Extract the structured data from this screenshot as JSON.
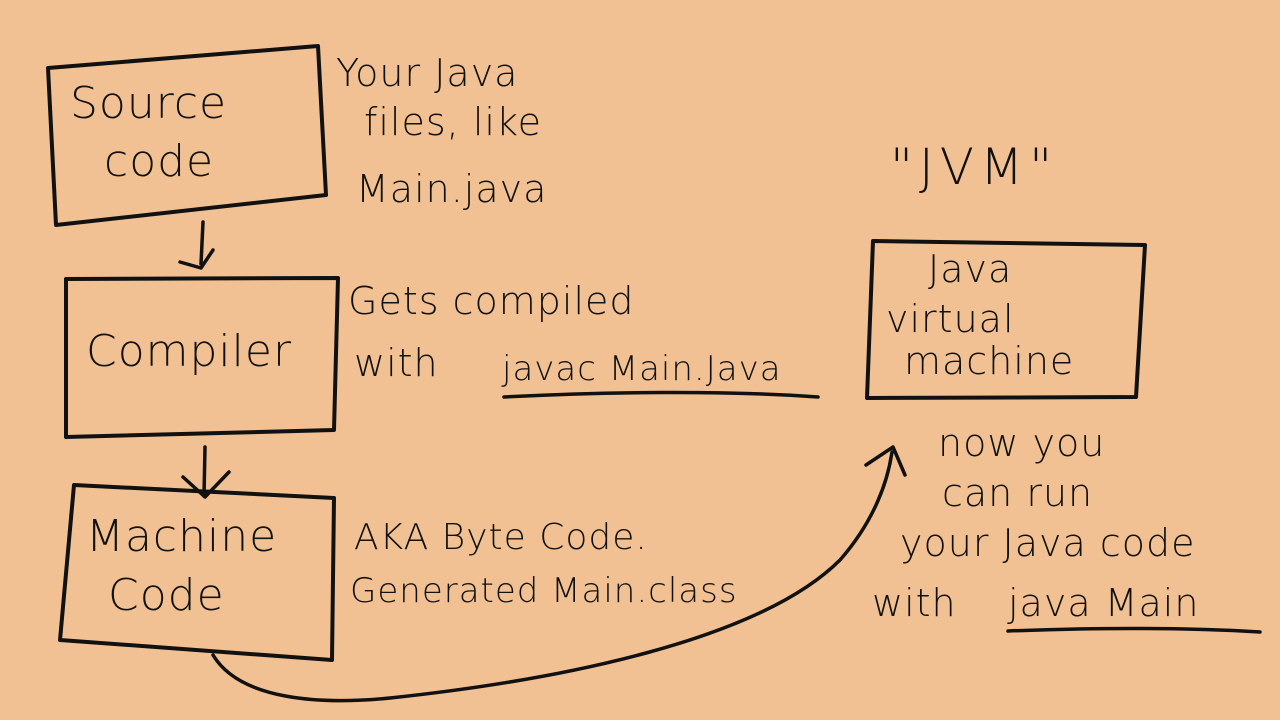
{
  "nodes": {
    "source": {
      "line1": "Source",
      "line2": "code"
    },
    "compiler": {
      "label": "Compiler"
    },
    "machine": {
      "line1": "Machine",
      "line2": "Code"
    },
    "jvm": {
      "line1": "Java",
      "line2": "virtual",
      "line3": "machine"
    }
  },
  "jvm_heading": "\"JVM\"",
  "notes": {
    "source": {
      "line1": "Your Java",
      "line2": "files, like",
      "line3": "Main.java"
    },
    "compiler": {
      "line1": "Gets compiled",
      "line2_prefix": "with",
      "command": "javac Main.Java"
    },
    "machine": {
      "line1": "AKA Byte Code.",
      "line2": "Generated Main.class"
    },
    "run": {
      "line1": "now you",
      "line2": "can run",
      "line3": "your Java code",
      "line4_prefix": "with",
      "command": "java Main"
    }
  }
}
